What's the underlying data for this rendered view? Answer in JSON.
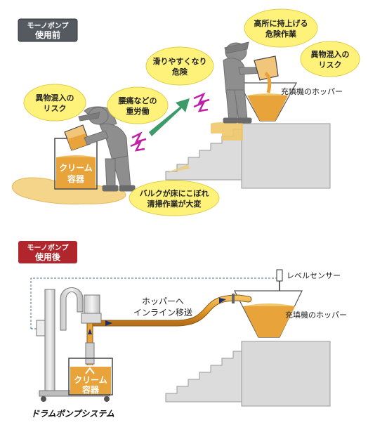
{
  "before": {
    "badge_line1": "モーノポンプ",
    "badge_line2": "使用前",
    "badge_color": "#555a60",
    "bubble_left_risk": [
      "異物混入の",
      "リスク"
    ],
    "bubble_back_pain": [
      "腰痛などの",
      "重労働"
    ],
    "bubble_slippery": [
      "滑りやすくなり",
      "危険"
    ],
    "bubble_lift": [
      "高所に持上げる",
      "危険作業"
    ],
    "bubble_right_risk": [
      "異物混入の",
      "リスク"
    ],
    "bubble_spill": [
      "バルクが床にこぼれ",
      "清掃作業が大変"
    ],
    "container_label": [
      "クリーム",
      "容器"
    ],
    "hopper_label": "充填機のホッパー"
  },
  "after": {
    "badge_line1": "モーノポンプ",
    "badge_line2": "使用後",
    "badge_color": "#b0262c",
    "level_sensor_label": "レベルセンサー",
    "transfer_label": [
      "ホッパーへ",
      "インライン移送"
    ],
    "hopper_label": "充填機のホッパー",
    "container_label": [
      "クリーム",
      "容器"
    ]
  },
  "footer": {
    "title": "ドラムポンプシステム"
  },
  "colors": {
    "cream": "#e8a43a",
    "bubble": "#fff27a",
    "block": "#d9d9d9",
    "worker": "#8e8e8e",
    "arrow": "#3d9a6a",
    "pain": "#c21ea8"
  }
}
